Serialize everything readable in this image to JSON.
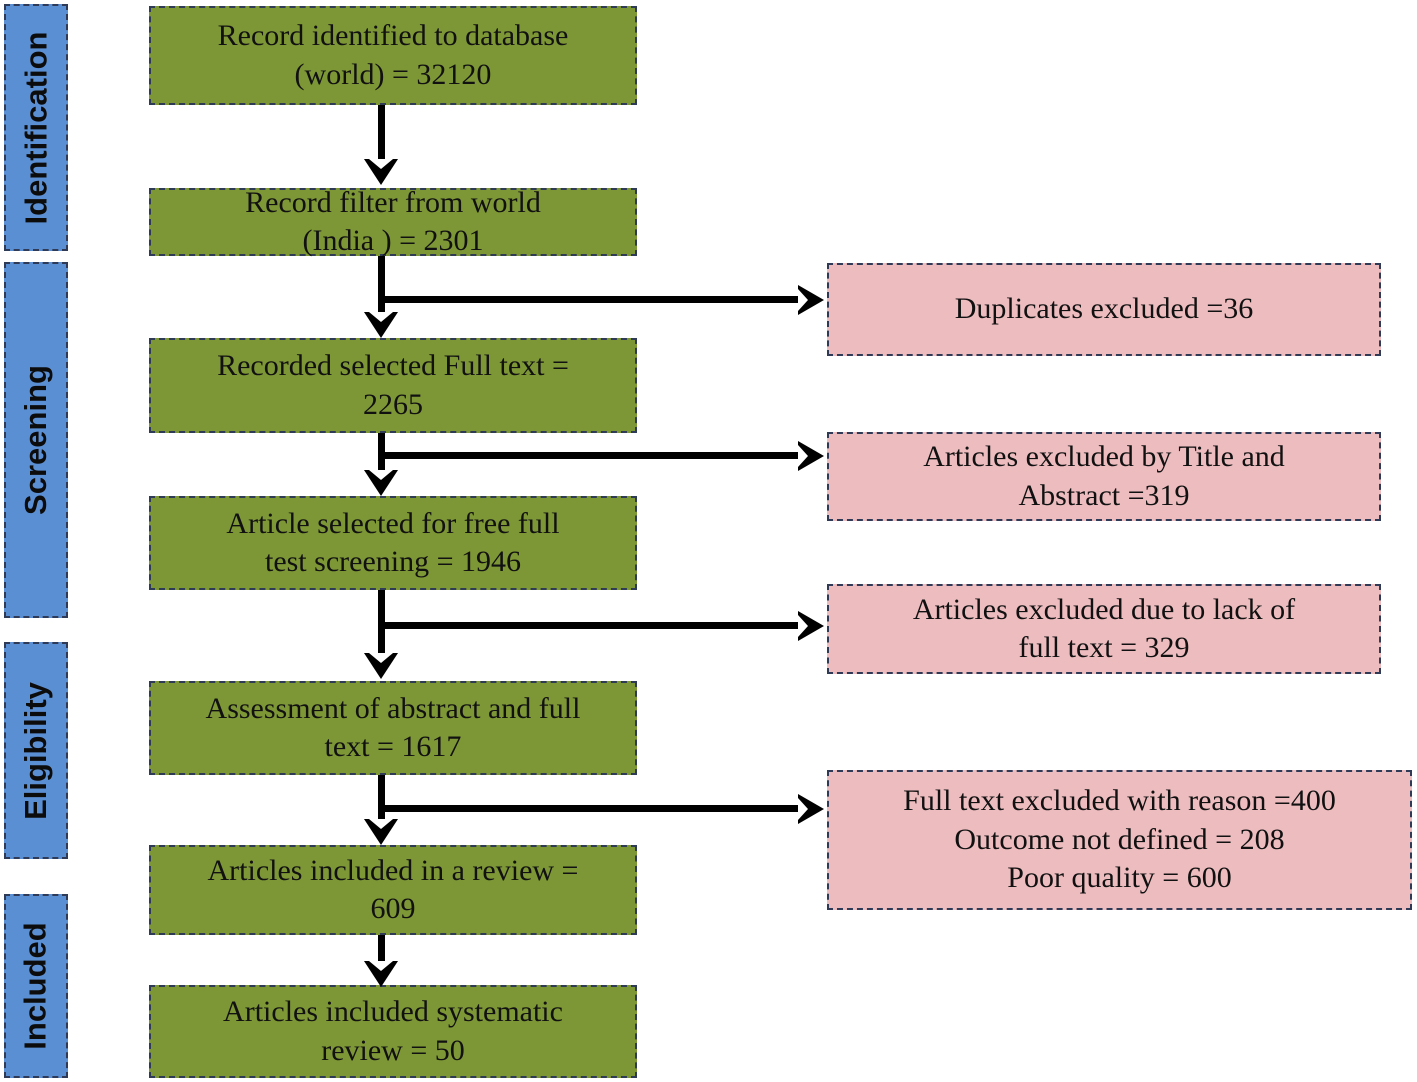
{
  "diagram": {
    "title": "PRISMA study selection flow diagram",
    "colors": {
      "stage_bar": "#5b8fd4",
      "process_box": "#7d9636",
      "exclusion_box": "#edbcbf",
      "border": "#2f3a56",
      "connector": "#000000",
      "text": "#111111"
    }
  },
  "stages": [
    {
      "label": "Identification"
    },
    {
      "label": "Screening"
    },
    {
      "label": "Eligibility"
    },
    {
      "label": "Included"
    }
  ],
  "process_boxes": [
    {
      "text": "Record identified  to database\n(world) = 32120",
      "count": 32120
    },
    {
      "text": "Record filter from world\n(India ) = 2301",
      "count": 2301
    },
    {
      "text": "Recorded selected Full text =\n2265",
      "count": 2265
    },
    {
      "text": "Article selected for free full\ntest screening = 1946",
      "count": 1946
    },
    {
      "text": "Assessment of abstract and full\ntext = 1617",
      "count": 1617
    },
    {
      "text": "Articles included in a review =\n609",
      "count": 609
    },
    {
      "text": "Articles included systematic\nreview = 50",
      "count": 50
    }
  ],
  "exclusion_boxes": [
    {
      "text": "Duplicates excluded =36",
      "count": 36
    },
    {
      "text": "Articles excluded by Title and\nAbstract =319",
      "count": 319
    },
    {
      "text": "Articles excluded due to lack of\nfull text = 329",
      "count": 329
    },
    {
      "text": "Full text excluded with reason =400\nOutcome not defined = 208\nPoor quality = 600",
      "count": 400
    }
  ],
  "chart_data": {
    "type": "diagram",
    "title": "PRISMA flow diagram of article selection",
    "nodes": [
      {
        "id": "p1",
        "stage": "Identification",
        "label": "Record identified  to database (world) = 32120",
        "value": 32120,
        "kind": "included"
      },
      {
        "id": "p2",
        "stage": "Identification",
        "label": "Record filter from world (India ) = 2301",
        "value": 2301,
        "kind": "included"
      },
      {
        "id": "p3",
        "stage": "Screening",
        "label": "Recorded selected Full text = 2265",
        "value": 2265,
        "kind": "included"
      },
      {
        "id": "p4",
        "stage": "Screening",
        "label": "Article selected for free full test screening = 1946",
        "value": 1946,
        "kind": "included"
      },
      {
        "id": "p5",
        "stage": "Eligibility",
        "label": "Assessment of abstract and full text = 1617",
        "value": 1617,
        "kind": "included"
      },
      {
        "id": "p6",
        "stage": "Eligibility",
        "label": "Articles included in a review = 609",
        "value": 609,
        "kind": "included"
      },
      {
        "id": "p7",
        "stage": "Included",
        "label": "Articles included systematic review = 50",
        "value": 50,
        "kind": "included"
      },
      {
        "id": "e1",
        "stage": "Screening",
        "label": "Duplicates excluded =36",
        "value": 36,
        "kind": "excluded"
      },
      {
        "id": "e2",
        "stage": "Screening",
        "label": "Articles excluded by Title and Abstract =319",
        "value": 319,
        "kind": "excluded"
      },
      {
        "id": "e3",
        "stage": "Eligibility",
        "label": "Articles excluded due to lack of full text = 329",
        "value": 329,
        "kind": "excluded"
      },
      {
        "id": "e4",
        "stage": "Eligibility",
        "label": "Full text excluded with reason =400; Outcome not defined = 208; Poor quality = 600",
        "value": 400,
        "kind": "excluded"
      }
    ],
    "edges": [
      {
        "from": "p1",
        "to": "p2"
      },
      {
        "from": "p2",
        "to": "p3"
      },
      {
        "from": "p2",
        "to": "e1"
      },
      {
        "from": "p3",
        "to": "p4"
      },
      {
        "from": "p3",
        "to": "e2"
      },
      {
        "from": "p4",
        "to": "p5"
      },
      {
        "from": "p4",
        "to": "e3"
      },
      {
        "from": "p5",
        "to": "p6"
      },
      {
        "from": "p5",
        "to": "e4"
      },
      {
        "from": "p6",
        "to": "p7"
      }
    ]
  }
}
